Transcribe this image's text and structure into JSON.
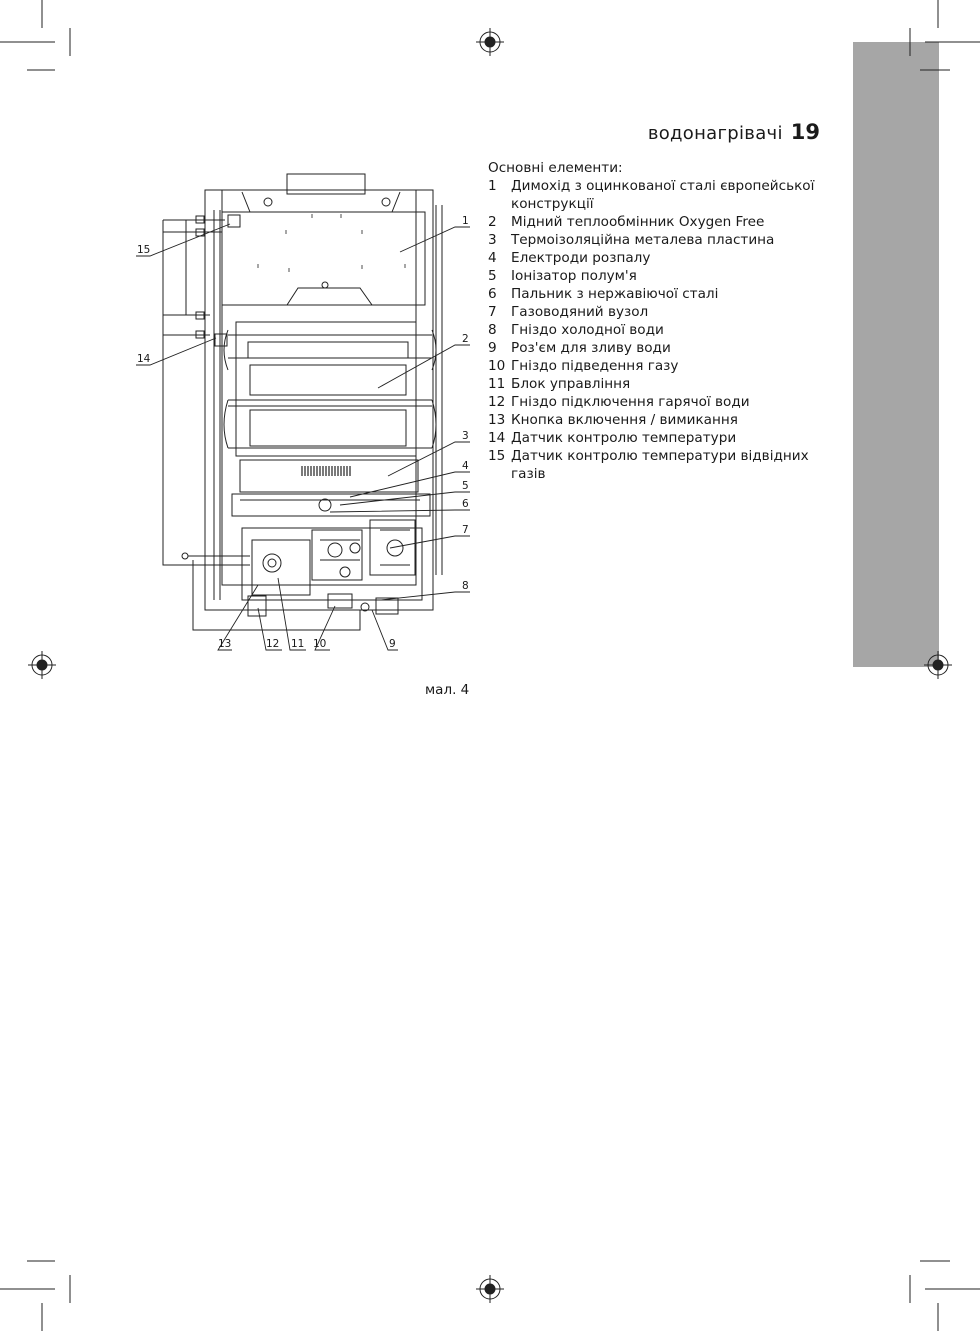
{
  "header": {
    "section_title": "водонагрівачі",
    "page_number": "19"
  },
  "elements": {
    "heading": "Основні елементи:",
    "items": [
      {
        "num": "1",
        "text": "Димохід з оцинкованої сталі європейської конструкції"
      },
      {
        "num": "2",
        "text": "Мідний теплообмінник Oxygen Free"
      },
      {
        "num": "3",
        "text": "Термоізоляційна металева пластина"
      },
      {
        "num": "4",
        "text": "Електроди розпалу"
      },
      {
        "num": "5",
        "text": "Іонізатор полум'я"
      },
      {
        "num": "6",
        "text": "Пальник з нержавіючої сталі"
      },
      {
        "num": "7",
        "text": "Газоводяний вузол"
      },
      {
        "num": "8",
        "text": "Гніздо холодної води"
      },
      {
        "num": "9",
        "text": "Роз'єм для зливу води"
      },
      {
        "num": "10",
        "text": "Гніздо підведення газу"
      },
      {
        "num": "11",
        "text": "Блок управління"
      },
      {
        "num": "12",
        "text": "Гніздо підключення гарячої води"
      },
      {
        "num": "13",
        "text": "Кнопка включення / вимикання"
      },
      {
        "num": "14",
        "text": "Датчик контролю температури"
      },
      {
        "num": "15",
        "text": "Датчик контролю температури відвідних газів"
      }
    ]
  },
  "figure": {
    "caption": "мал. 4",
    "callouts": [
      "1",
      "2",
      "3",
      "4",
      "5",
      "6",
      "7",
      "8",
      "9",
      "10",
      "11",
      "12",
      "13",
      "14",
      "15"
    ]
  }
}
